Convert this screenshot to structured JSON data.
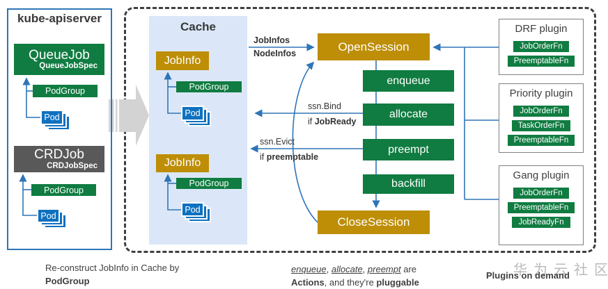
{
  "colors": {
    "green": "#107c41",
    "gold": "#bd8e06",
    "blue": "#0e71c0",
    "line_blue": "#2e75b6",
    "gray": "#595959",
    "cache_bg": "#dbe7f8"
  },
  "kube_apiserver": {
    "title": "kube-apiserver",
    "queuejob": {
      "title": "QueueJob",
      "spec": "QueueJobSpec"
    },
    "crdjob": {
      "title": "CRDJob",
      "spec": "CRDJobSpec"
    },
    "podgroup_label": "PodGroup",
    "pod_label": "Pod"
  },
  "cache": {
    "title": "Cache",
    "jobinfo_label": "JobInfo",
    "podgroup_label": "PodGroup",
    "pod_label": "Pod"
  },
  "session": {
    "open": "OpenSession",
    "close": "CloseSession",
    "actions": [
      "enqueue",
      "allocate",
      "preempt",
      "backfill"
    ]
  },
  "edges": {
    "jobinfos": "JobInfos",
    "nodeinfos": "NodeInfos",
    "ssn_bind": "ssn.Bind",
    "bind_if": "if ",
    "bind_cond": "JobReady",
    "ssn_evict": "ssn.Evict",
    "evict_if": "if ",
    "evict_cond": "preemptable"
  },
  "plugins": [
    {
      "title": "DRF plugin",
      "fns": [
        "JobOrderFn",
        "PreemptableFn"
      ]
    },
    {
      "title": "Priority plugin",
      "fns": [
        "JobOrderFn",
        "TaskOrderFn",
        "PreemptableFn"
      ]
    },
    {
      "title": "Gang plugin",
      "fns": [
        "JobOrderFn",
        "PreemptableFn",
        "JobReadyFn"
      ]
    }
  ],
  "notes": {
    "left_line1": "Re-construct JobInfo in Cache by",
    "left_line2": "PodGroup",
    "mid_w1": "enqueue",
    "mid_s1": ", ",
    "mid_w2": "allocate",
    "mid_s2": ", ",
    "mid_w3": "preempt",
    "mid_rest": " are",
    "mid_b1": "Actions",
    "mid_mid": ", and they're ",
    "mid_b2": "pluggable",
    "right": "Plugins on demand"
  },
  "watermark": "华为云社区"
}
